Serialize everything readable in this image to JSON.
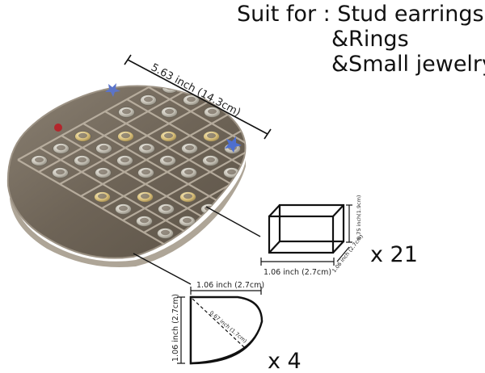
{
  "heading": {
    "line1": "Suit for : Stud earrings",
    "line2": "&Rings",
    "line3": "&Small jewelry"
  },
  "tray": {
    "length_label": "5.63 inch (14.3cm)"
  },
  "box_compartment": {
    "width_label": "1.06 inch (2.7cm)",
    "depth_label": "1.06 inch (2.7cm)",
    "height_label": "0.75 inch(1.9cm)",
    "quantity_label": "x 21"
  },
  "corner_compartment": {
    "width_label": "1.06 inch (2.7cm)",
    "height_label": "1.06 inch (2.7cm)",
    "radius_label": "0.67 inch (1.7cm)",
    "quantity_label": "x 4"
  },
  "colors": {
    "tray_body": "#6e6457",
    "tray_edge": "#9c9284",
    "divider": "#b8ad9d",
    "line": "#111111"
  }
}
